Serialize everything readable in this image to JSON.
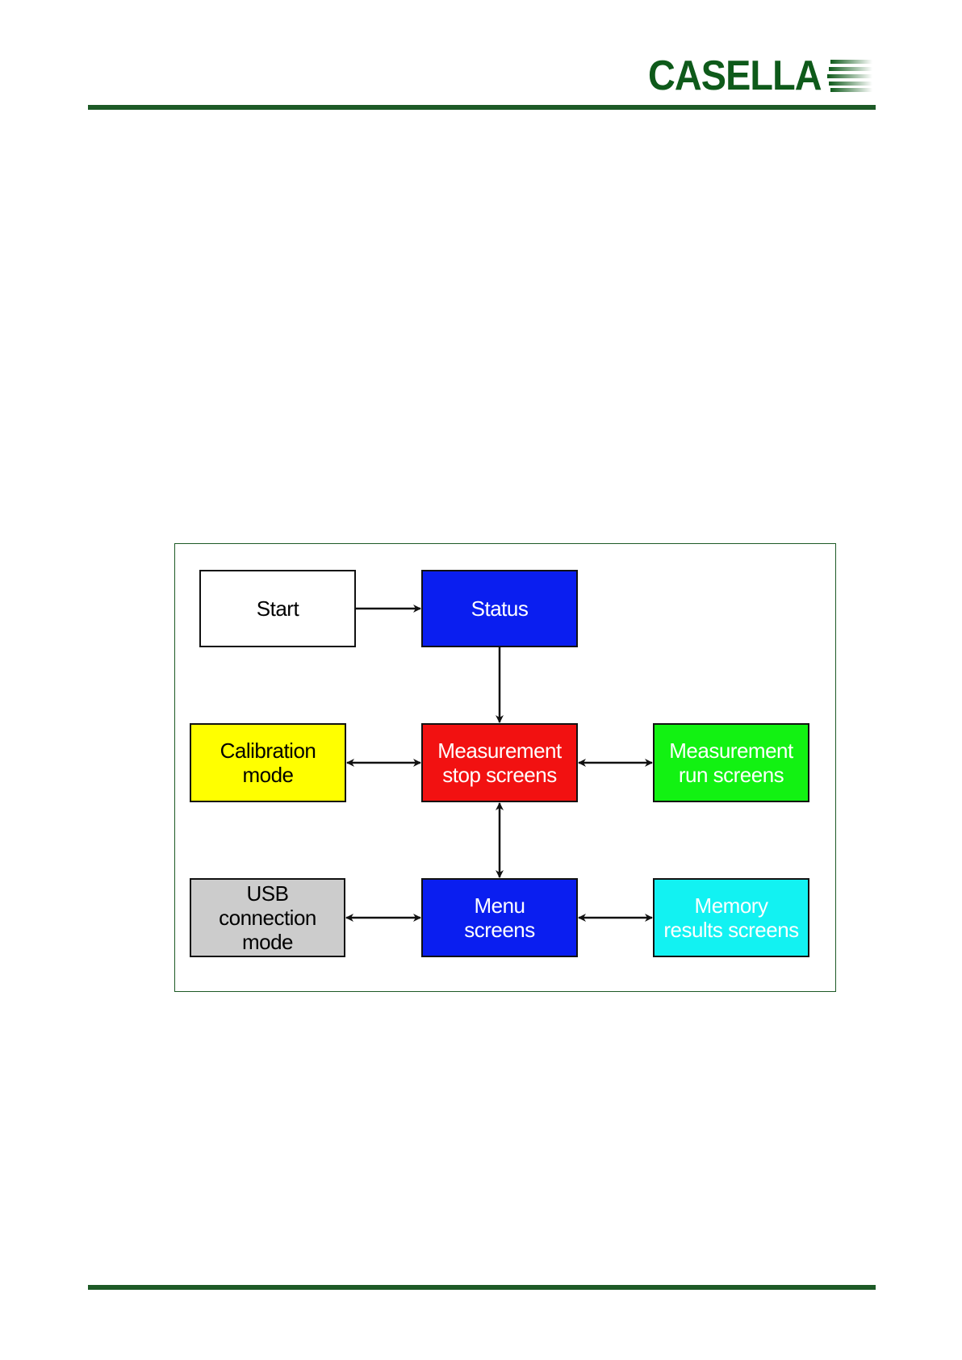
{
  "header": {
    "logo_text": "CASELLA",
    "brand_color": "#0e5a1a"
  },
  "diagram": {
    "frame_color": "#1d5a26",
    "nodes": {
      "start": {
        "label": "Start",
        "fill": "#ffffff",
        "text_color": "#000000"
      },
      "status": {
        "label": "Status",
        "fill": "#0a1ef0",
        "text_color": "#ffffff"
      },
      "calibration": {
        "label": "Calibration\nmode",
        "fill": "#ffff00",
        "text_color": "#000000"
      },
      "measurement_stop": {
        "label": "Measurement\nstop screens",
        "fill": "#f21111",
        "text_color": "#ffffff"
      },
      "measurement_run": {
        "label": "Measurement\nrun screens",
        "fill": "#12f212",
        "text_color": "#ffffff"
      },
      "usb": {
        "label": "USB\nconnection\nmode",
        "fill": "#cccccc",
        "text_color": "#000000"
      },
      "menu": {
        "label": "Menu\nscreens",
        "fill": "#0a1ef0",
        "text_color": "#ffffff"
      },
      "memory": {
        "label": "Memory\nresults screens",
        "fill": "#12f2f2",
        "text_color": "#ffffff"
      }
    },
    "edges": [
      {
        "from": "start",
        "to": "status",
        "direction": "forward"
      },
      {
        "from": "status",
        "to": "measurement_stop",
        "direction": "forward"
      },
      {
        "from": "calibration",
        "to": "measurement_stop",
        "direction": "both"
      },
      {
        "from": "measurement_stop",
        "to": "measurement_run",
        "direction": "both"
      },
      {
        "from": "measurement_stop",
        "to": "menu",
        "direction": "both"
      },
      {
        "from": "usb",
        "to": "menu",
        "direction": "both"
      },
      {
        "from": "menu",
        "to": "memory",
        "direction": "both"
      }
    ]
  }
}
